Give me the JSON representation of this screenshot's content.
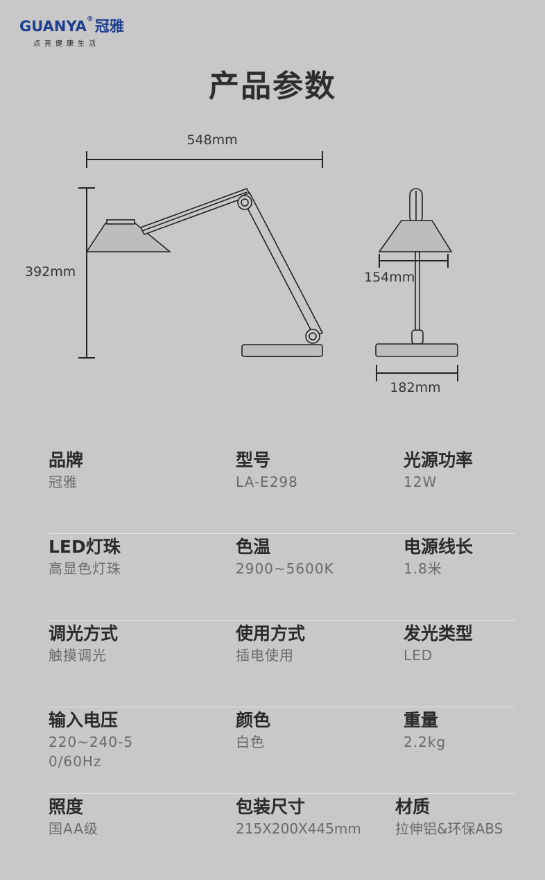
{
  "brand": {
    "name_en": "GUANYA",
    "name_cn": "冠雅",
    "slogan": "点亮健康生活"
  },
  "page_title": "产品参数",
  "dimensions": {
    "width": "548mm",
    "height": "392mm",
    "shade_diameter": "154mm",
    "base_width": "182mm"
  },
  "specs": [
    [
      {
        "label": "品牌",
        "value": "冠雅"
      },
      {
        "label": "型号",
        "value": "LA-E298"
      },
      {
        "label": "光源功率",
        "value": "12W"
      }
    ],
    [
      {
        "label": "LED灯珠",
        "value": "高显色灯珠"
      },
      {
        "label": "色温",
        "value": "2900~5600K"
      },
      {
        "label": "电源线长",
        "value": "1.8米"
      }
    ],
    [
      {
        "label": "调光方式",
        "value": "触摸调光"
      },
      {
        "label": "使用方式",
        "value": "插电使用"
      },
      {
        "label": "发光类型",
        "value": "LED"
      }
    ],
    [
      {
        "label": "输入电压",
        "value": "220~240-50/60Hz"
      },
      {
        "label": "颜色",
        "value": "白色"
      },
      {
        "label": "重量",
        "value": "2.2kg"
      }
    ],
    [
      {
        "label": "照度",
        "value": "国AA级"
      },
      {
        "label": "包装尺寸",
        "value": "215X200X445mm"
      },
      {
        "label": "材质",
        "value": "拉伸铝&环保ABS"
      }
    ]
  ]
}
